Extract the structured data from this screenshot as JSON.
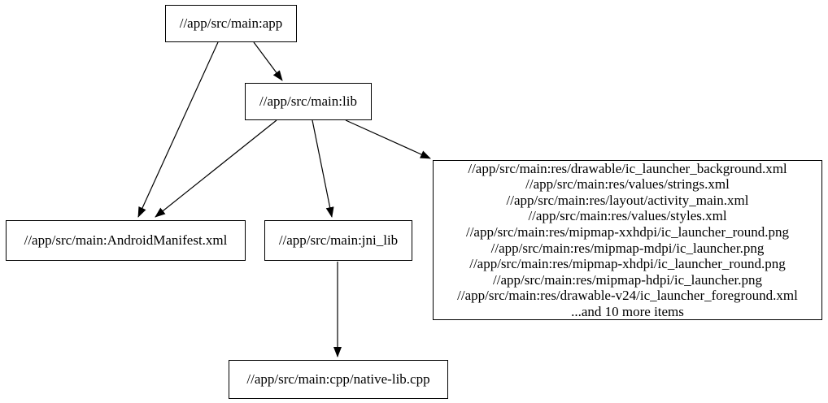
{
  "diagram": {
    "kind": "dependency-graph",
    "background_color": "#ffffff",
    "node_border_color": "#000000",
    "edge_color": "#000000",
    "text_color": "#000000"
  },
  "nodes": {
    "app": {
      "label": "//app/src/main:app"
    },
    "lib": {
      "label": "//app/src/main:lib"
    },
    "android_manifest": {
      "label": "//app/src/main:AndroidManifest.xml"
    },
    "jni_lib": {
      "label": "//app/src/main:jni_lib"
    },
    "native_lib_cpp": {
      "label": "//app/src/main:cpp/native-lib.cpp"
    },
    "res_group": {
      "lines": [
        "//app/src/main:res/drawable/ic_launcher_background.xml",
        "//app/src/main:res/values/strings.xml",
        "//app/src/main:res/layout/activity_main.xml",
        "//app/src/main:res/values/styles.xml",
        "//app/src/main:res/mipmap-xxhdpi/ic_launcher_round.png",
        "//app/src/main:res/mipmap-mdpi/ic_launcher.png",
        "//app/src/main:res/mipmap-xhdpi/ic_launcher_round.png",
        "//app/src/main:res/mipmap-hdpi/ic_launcher.png",
        "//app/src/main:res/drawable-v24/ic_launcher_foreground.xml",
        "...and 10 more items"
      ]
    }
  },
  "edges": [
    {
      "from": "app",
      "to": "android_manifest"
    },
    {
      "from": "app",
      "to": "lib"
    },
    {
      "from": "lib",
      "to": "android_manifest"
    },
    {
      "from": "lib",
      "to": "jni_lib"
    },
    {
      "from": "lib",
      "to": "res_group"
    },
    {
      "from": "jni_lib",
      "to": "native_lib_cpp"
    }
  ]
}
